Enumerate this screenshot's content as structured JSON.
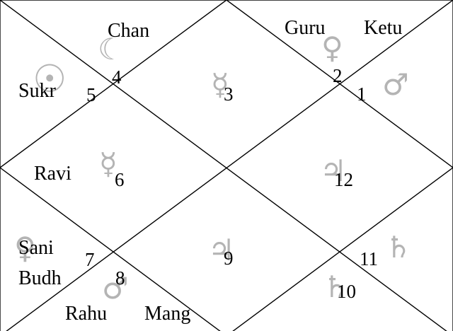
{
  "houses": [
    {
      "number": "1",
      "sign_glyph": "♂",
      "planets": [
        "Ketu"
      ]
    },
    {
      "number": "2",
      "sign_glyph": "♀",
      "planets": [
        "Guru"
      ]
    },
    {
      "number": "3",
      "sign_glyph": "☿",
      "planets": []
    },
    {
      "number": "4",
      "sign_glyph": "☾",
      "planets": [
        "Chan"
      ]
    },
    {
      "number": "5",
      "sign_glyph": "☉",
      "planets": [
        "Sukr"
      ]
    },
    {
      "number": "6",
      "sign_glyph": "☿",
      "planets": [
        "Ravi"
      ]
    },
    {
      "number": "7",
      "sign_glyph": "♀",
      "planets": [
        "Sani",
        "Budh"
      ]
    },
    {
      "number": "8",
      "sign_glyph": "♂",
      "planets": [
        "Rahu",
        "Mang"
      ]
    },
    {
      "number": "9",
      "sign_glyph": "♃",
      "planets": []
    },
    {
      "number": "10",
      "sign_glyph": "♄",
      "planets": []
    },
    {
      "number": "11",
      "sign_glyph": "♄",
      "planets": []
    },
    {
      "number": "12",
      "sign_glyph": "♃",
      "planets": []
    }
  ],
  "colors": {
    "lines": "#000000",
    "text": "#000000",
    "glyph": "#b4b4b4",
    "background": "#ffffff"
  }
}
